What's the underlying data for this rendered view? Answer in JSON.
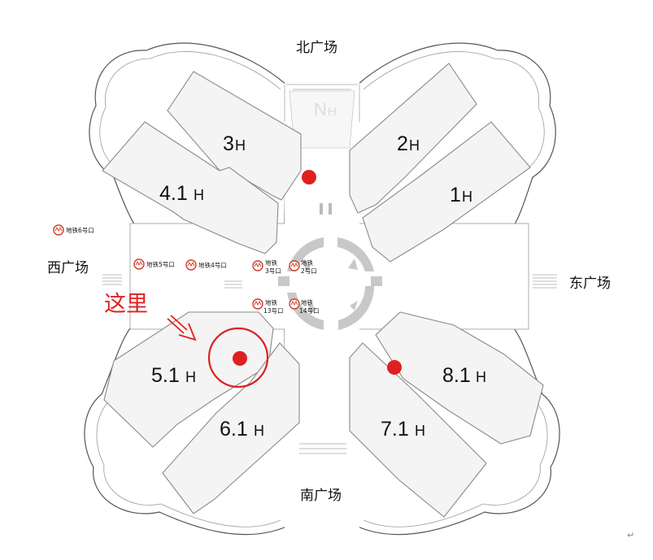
{
  "map": {
    "plazas": {
      "north": "北广场",
      "south": "南广场",
      "west": "西广场",
      "east": "东广场"
    },
    "halls": {
      "h3": {
        "num": "3",
        "suffix": "H"
      },
      "h41": {
        "num": "4.1",
        "suffix": "H"
      },
      "h2": {
        "num": "2",
        "suffix": "H"
      },
      "h1": {
        "num": "1",
        "suffix": "H"
      },
      "h51": {
        "num": "5.1",
        "suffix": "H"
      },
      "h61": {
        "num": "6.1",
        "suffix": "H"
      },
      "h71": {
        "num": "7.1",
        "suffix": "H"
      },
      "h81": {
        "num": "8.1",
        "suffix": "H"
      },
      "north_hall": {
        "num": "N",
        "suffix": "H"
      }
    },
    "metro_exits": {
      "exit6": "地铁6号口",
      "exit5": "地铁5号口",
      "exit4": "地铁4号口",
      "exit3": {
        "line1": "地铁",
        "line2": "3号口"
      },
      "exit2": {
        "line1": "地铁",
        "line2": "2号口"
      },
      "exit13": {
        "line1": "地铁",
        "line2": "13号口"
      },
      "exit14": {
        "line1": "地铁",
        "line2": "14号口"
      }
    },
    "marker": {
      "label": "这里",
      "color": "#e02020"
    },
    "return_mark": "↵"
  },
  "colors": {
    "marker_red": "#e02020",
    "metro_red": "#d23b2a",
    "hall_fill": "#f4f4f4",
    "ring_gray": "#c8c8c8"
  }
}
